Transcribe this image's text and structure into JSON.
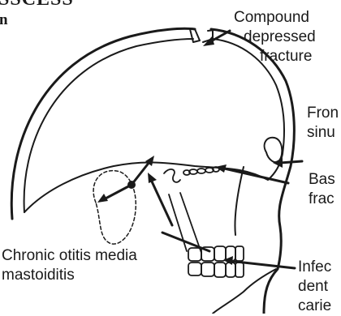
{
  "header": {
    "title": "SSCESS",
    "subtitle": "n"
  },
  "labels": {
    "compound": [
      "Compound",
      "depressed",
      "fracture"
    ],
    "frontal": [
      "Fron",
      "sinu"
    ],
    "basal": [
      "Bas",
      "frac"
    ],
    "otitis": [
      "Chronic otitis media",
      "mastoiditis"
    ],
    "infected": [
      "Infec",
      "dent",
      "carie"
    ]
  },
  "colors": {
    "ink": "#1a1a1a",
    "background": "#ffffff"
  }
}
